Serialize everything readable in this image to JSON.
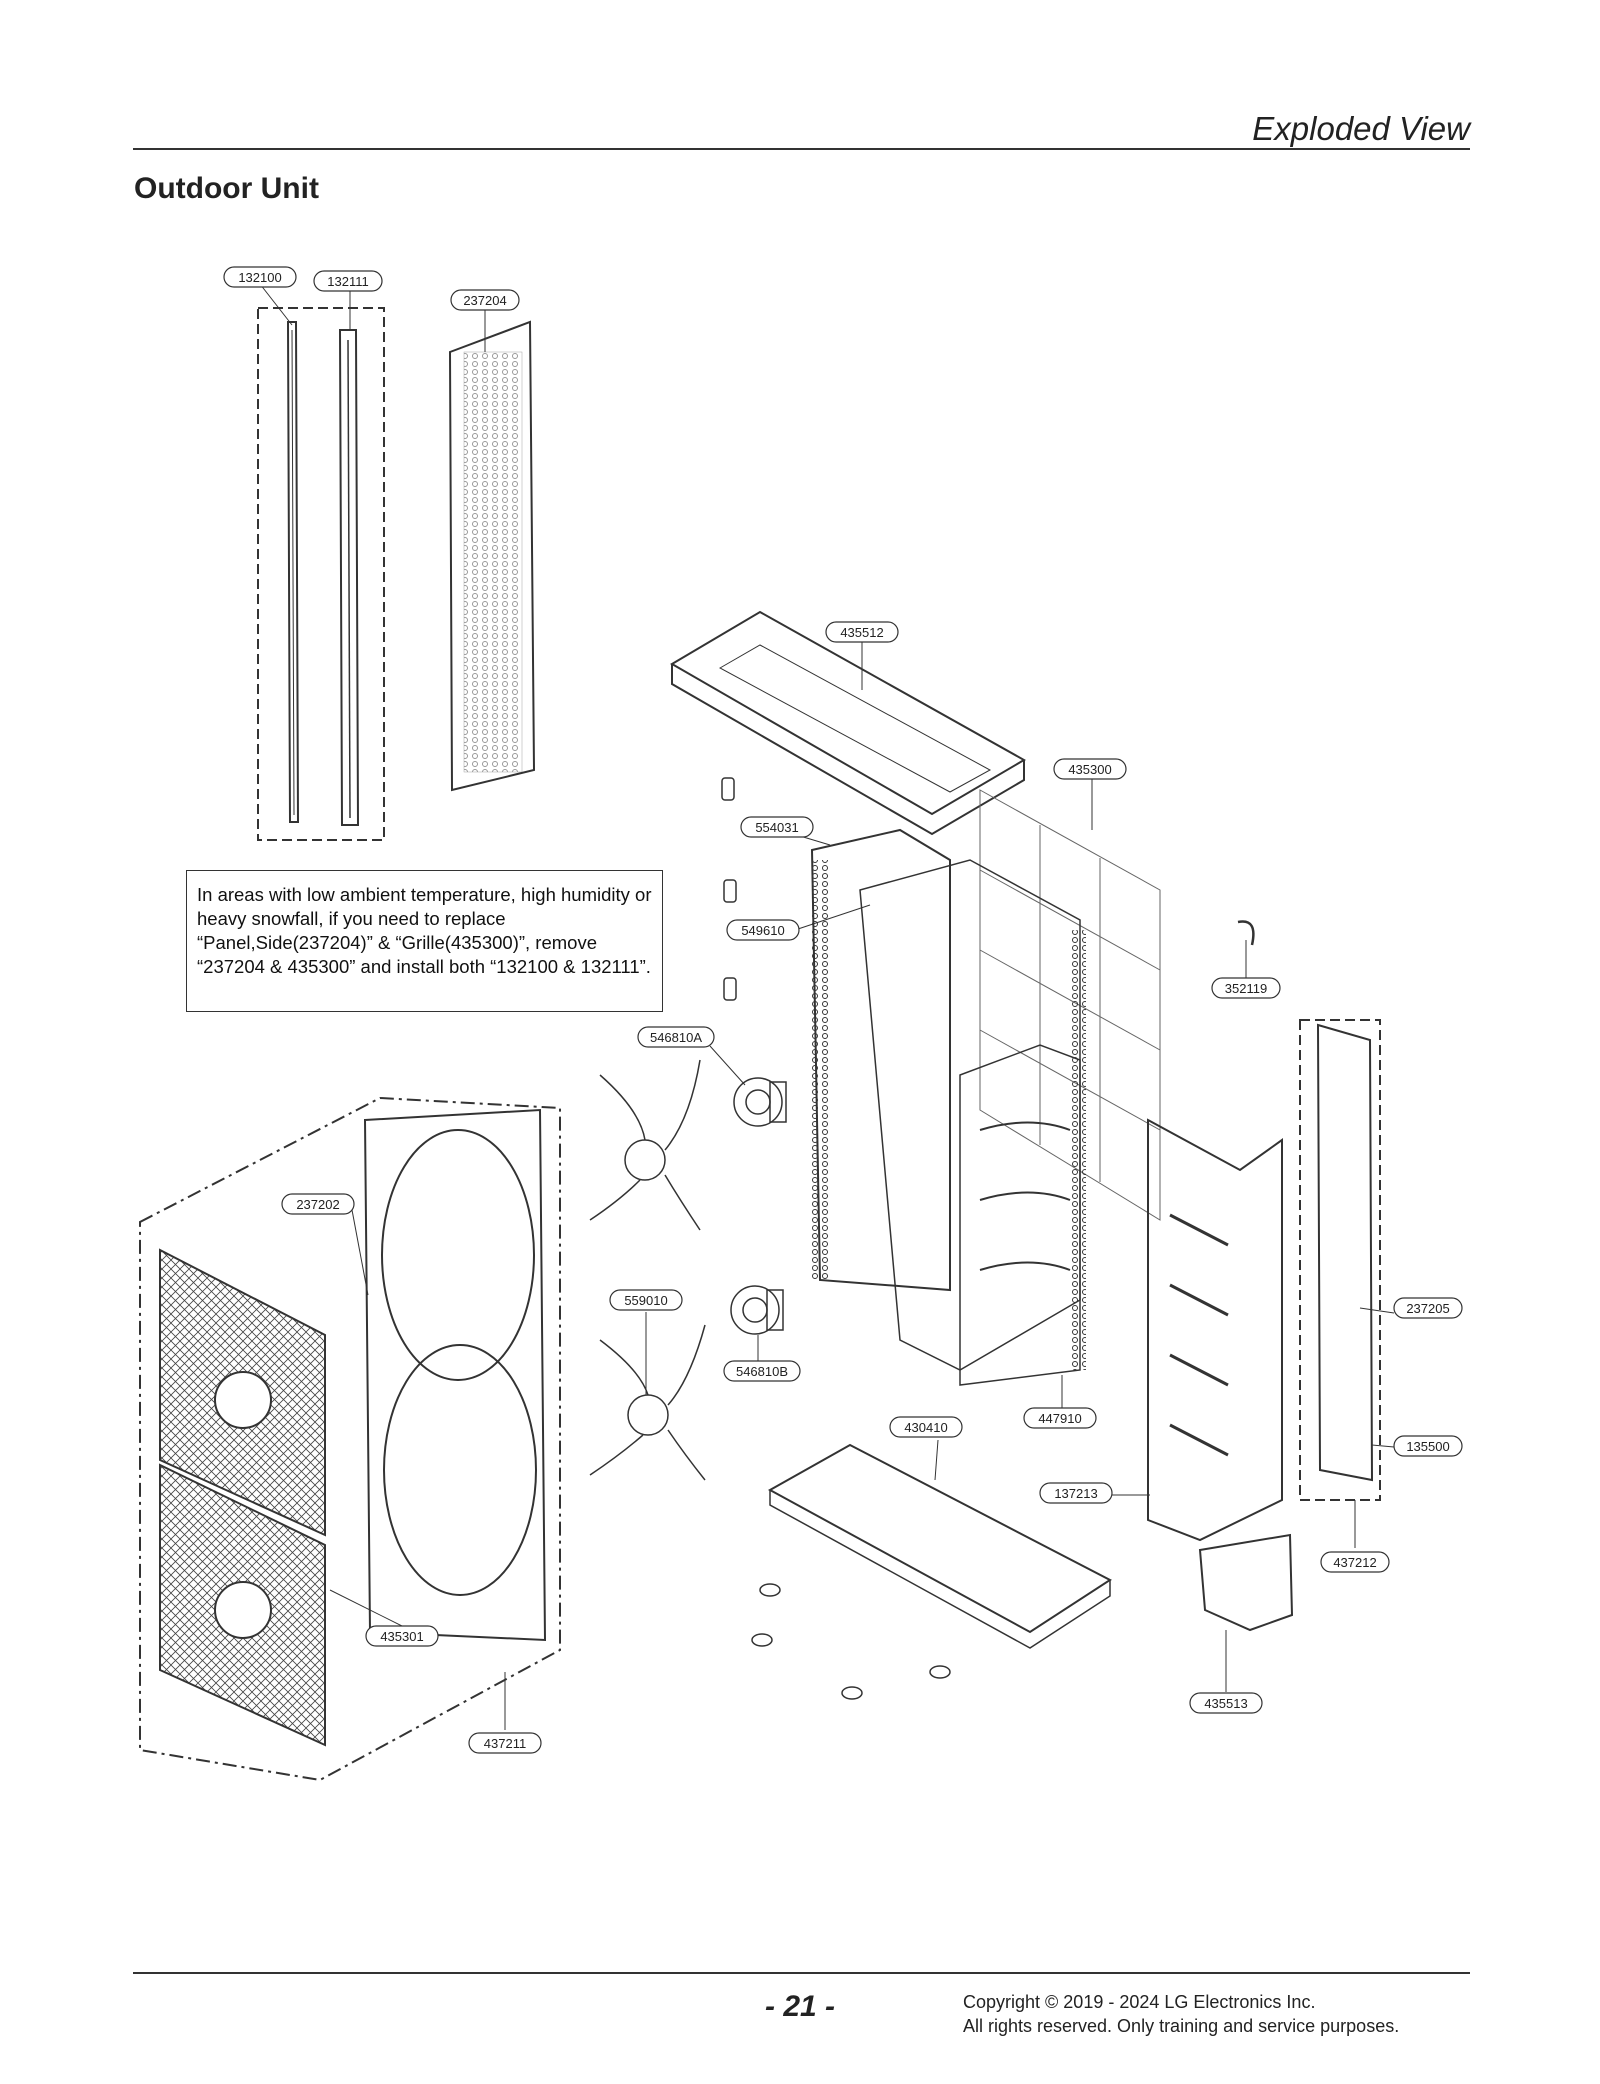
{
  "header": {
    "section": "Exploded View",
    "title": "Outdoor Unit"
  },
  "note": {
    "lines": [
      "In areas with low ambient temperature, high humidity or",
      "heavy snowfall, if you need to replace",
      "“Panel,Side(237204)” & “Grille(435300)”, remove",
      "“237204 & 435300” and install both “132100 & 132111”."
    ]
  },
  "callouts": [
    "132100",
    "132111",
    "237204",
    "435512",
    "435300",
    "554031",
    "549610",
    "352119",
    "546810A",
    "237202",
    "559010",
    "546810B",
    "237205",
    "430410",
    "447910",
    "135500",
    "137213",
    "437212",
    "435301",
    "435513",
    "437211"
  ],
  "footer": {
    "page_number": "- 21 -",
    "copyright_line1": "Copyright © 2019 - 2024 LG Electronics Inc.",
    "copyright_line2": "All rights reserved. Only training and service purposes."
  }
}
